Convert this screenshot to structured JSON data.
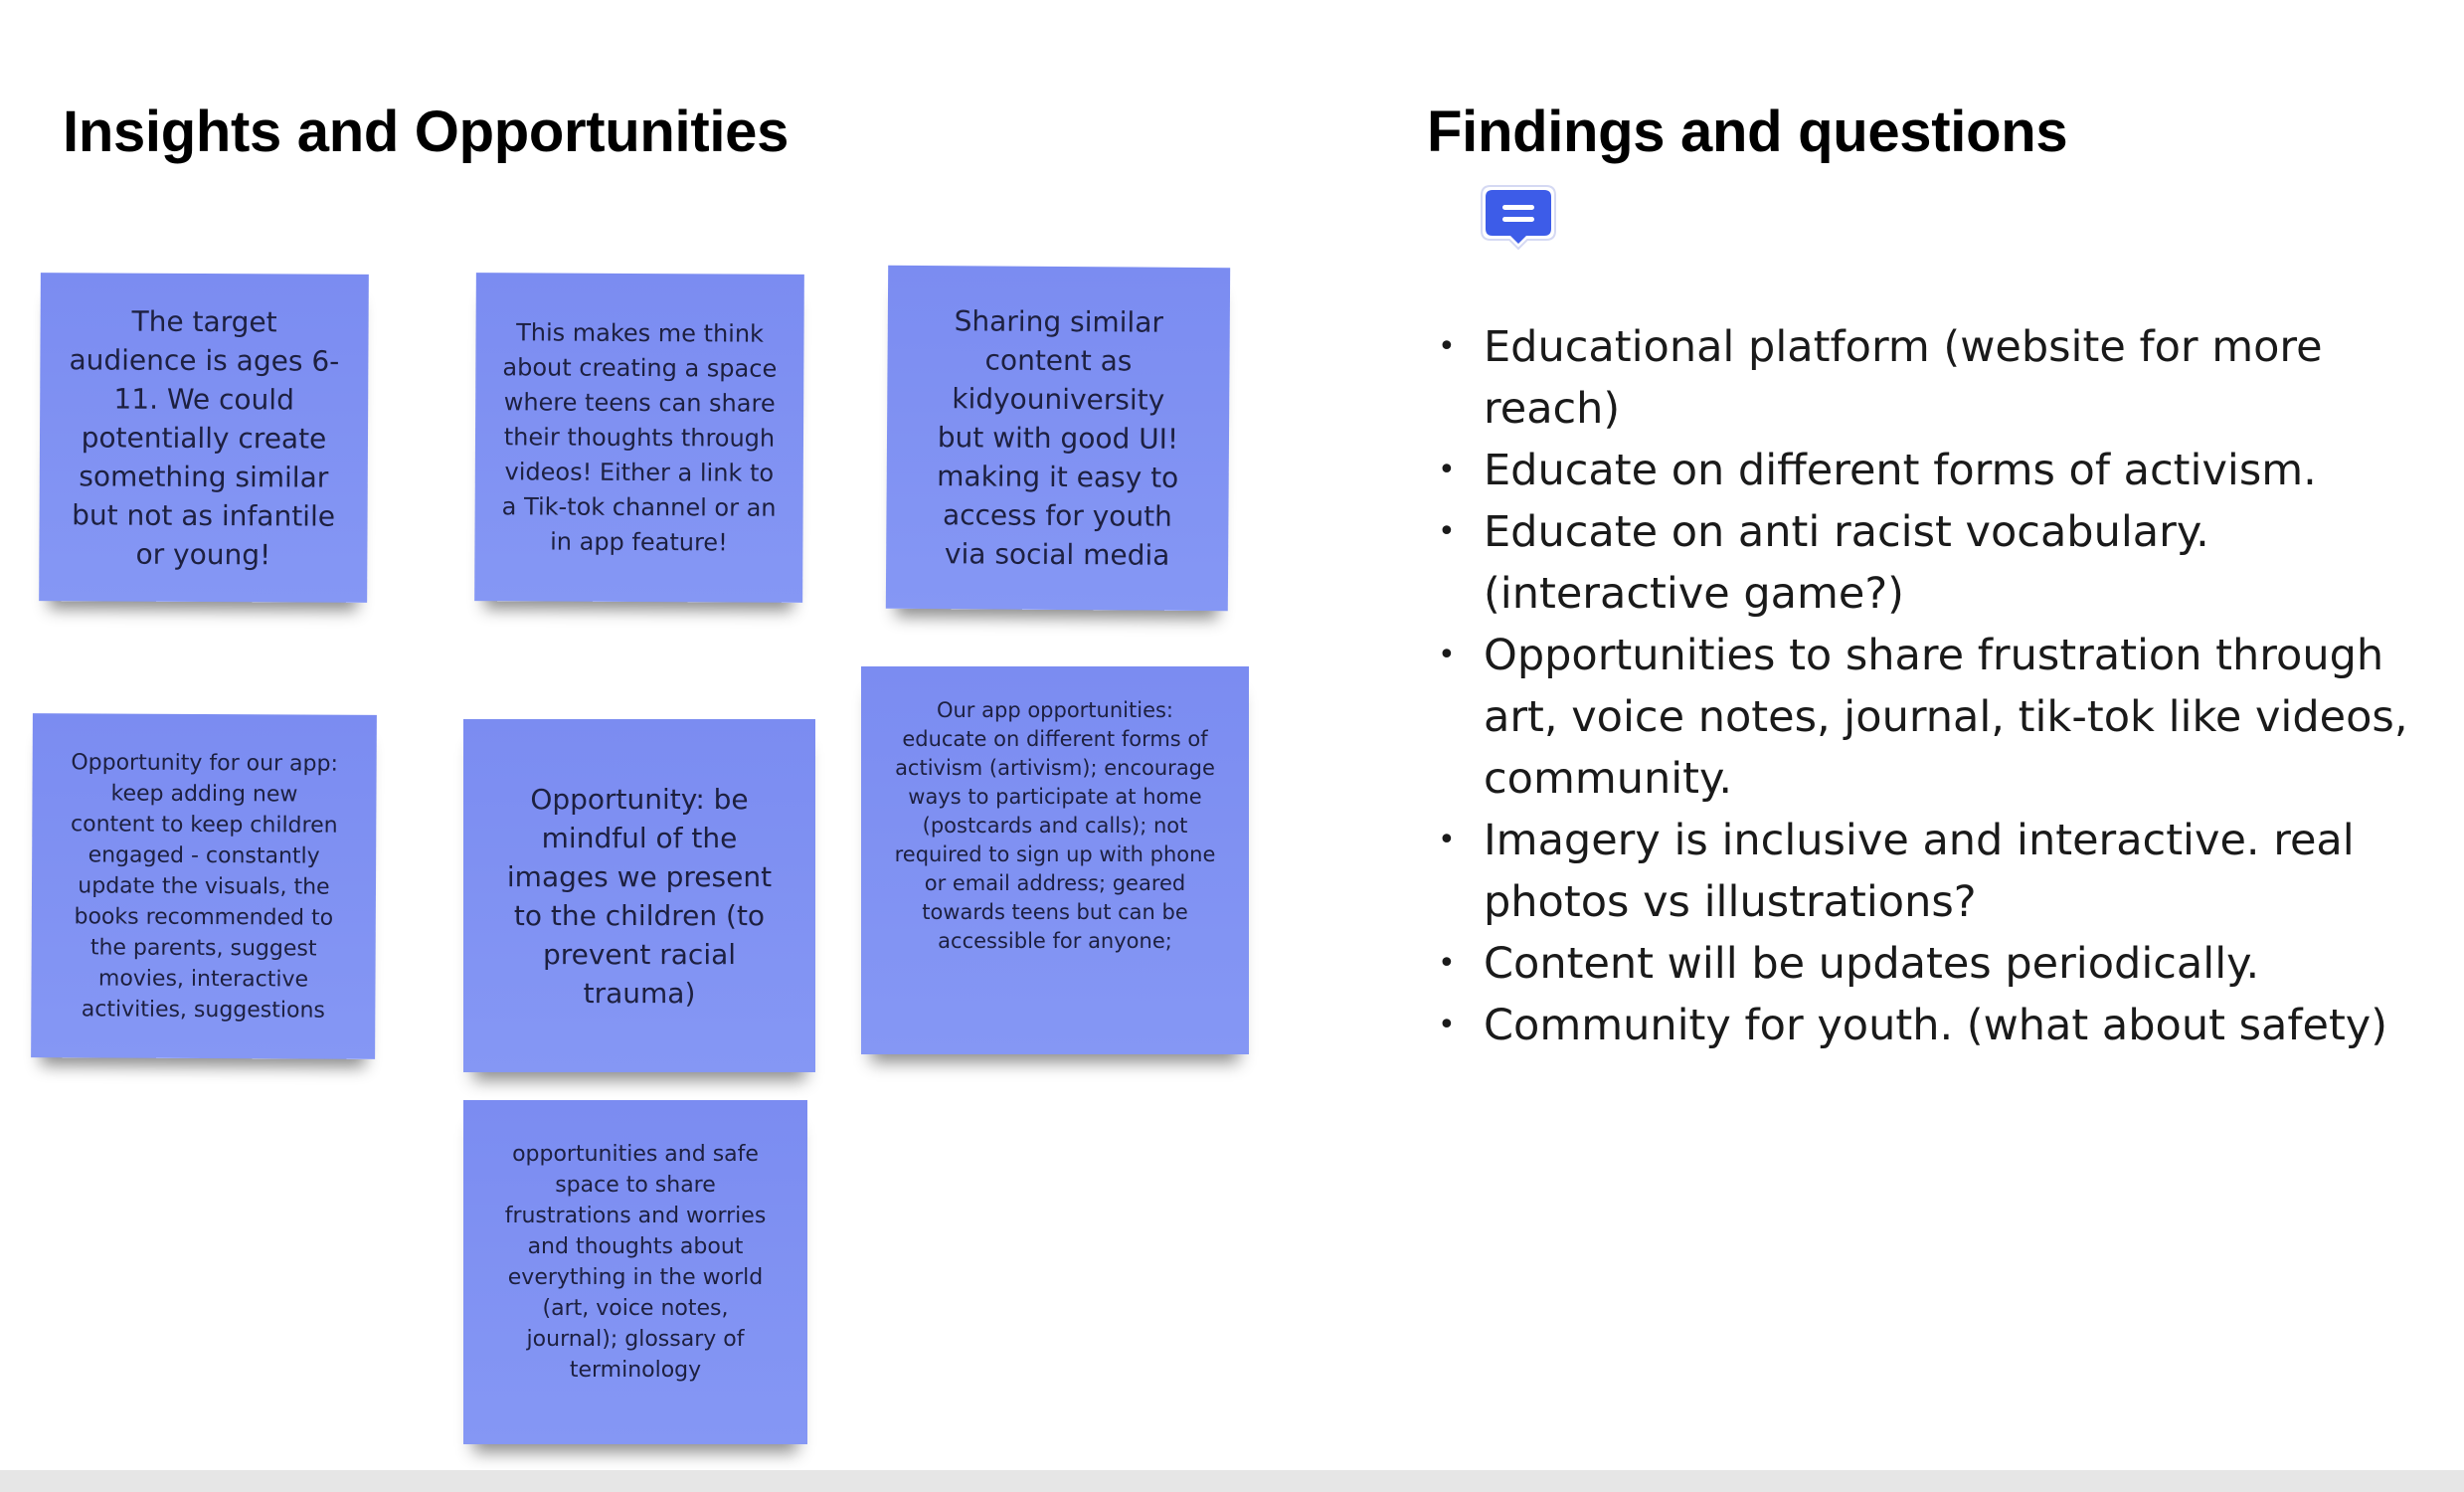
{
  "insights": {
    "title": "Insights and Opportunities",
    "notes": [
      {
        "text": "The target audience is ages  6-11. We could potentially create something similar but not as infantile or young!"
      },
      {
        "text": "This makes me think about creating a space where teens can share their thoughts through videos! Either a link to a Tik-tok channel or an in app feature!"
      },
      {
        "text": "Sharing similar content as kidyouniversity but with good UI! making it easy to access for youth via social media"
      },
      {
        "text": "Opportunity for our app: keep adding new content to keep children engaged - constantly update the visuals, the books recommended to the parents, suggest movies, interactive activities, suggestions"
      },
      {
        "text": "Opportunity: be mindful of the images we present to the children (to prevent racial trauma)"
      },
      {
        "text": "Our app opportunities: educate on different forms of activism (artivism); encourage ways to participate at home (postcards and calls); not required to sign up with phone or email address; geared towards teens but can be accessible for anyone;"
      },
      {
        "text": "opportunities and safe space to share frustrations and worries and thoughts about everything in the world (art, voice notes, journal); glossary of terminology"
      }
    ],
    "sticky_color": "#7f90f2"
  },
  "findings": {
    "title": "Findings and questions",
    "comment_icon": "comment-icon",
    "accent": "#3d5ce8",
    "items": [
      "Educational platform (website for more reach)",
      "Educate on different forms of activism.",
      "Educate on anti racist vocabulary. (interactive game?)",
      "Opportunities to share frustration through art, voice notes, journal, tik-tok like videos, community.",
      "Imagery is inclusive and interactive. real photos vs illustrations?",
      "Content will be updates periodically.",
      "Community for youth. (what about safety)"
    ]
  }
}
